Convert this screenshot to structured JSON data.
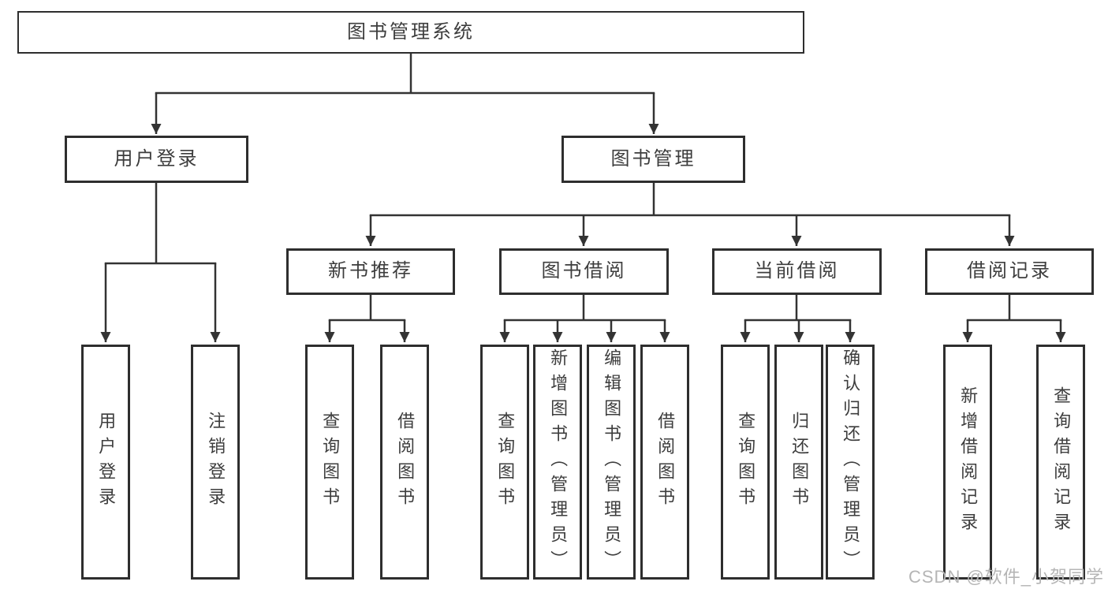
{
  "diagram": {
    "title_node": "图书管理系统",
    "root": {
      "label": "图书管理系统"
    },
    "branches": [
      {
        "label": "用户登录",
        "leaves": [
          {
            "label": "用户登录"
          },
          {
            "label": "注销登录"
          }
        ]
      },
      {
        "label": "图书管理",
        "children": [
          {
            "label": "新书推荐",
            "leaves": [
              {
                "label": "查询图书"
              },
              {
                "label": "借阅图书"
              }
            ]
          },
          {
            "label": "图书借阅",
            "leaves": [
              {
                "label": "查询图书"
              },
              {
                "label": "新增图书（管理员）"
              },
              {
                "label": "编辑图书（管理员）"
              },
              {
                "label": "借阅图书"
              }
            ]
          },
          {
            "label": "当前借阅",
            "leaves": [
              {
                "label": "查询图书"
              },
              {
                "label": "归还图书"
              },
              {
                "label": "确认归还（管理员）"
              }
            ]
          },
          {
            "label": "借阅记录",
            "leaves": [
              {
                "label": "新增借阅记录"
              },
              {
                "label": "查询借阅记录"
              }
            ]
          }
        ]
      }
    ]
  },
  "watermark": {
    "text": "CSDN @软件_小贺同学"
  },
  "colors": {
    "background": "#ffffff",
    "line": "#333333",
    "box_border": "#2e2e2e",
    "text": "#3d3d3d",
    "watermark": "#b5b5b5"
  }
}
